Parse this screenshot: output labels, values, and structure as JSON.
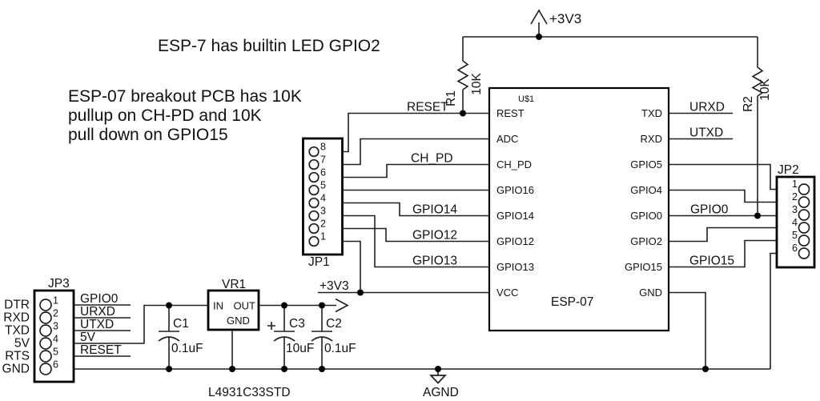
{
  "notes": {
    "line1": "ESP-7 has builtin LED GPIO2",
    "line2": "ESP-07 breakout PCB has 10K",
    "line3": "pullup on CH-PD and 10K",
    "line4": "pull down on GPIO15"
  },
  "power": {
    "v33": "+3V3",
    "agnd": "AGND"
  },
  "nets": {
    "reset": "RESET",
    "ch_pd": "CH_PD",
    "gpio14": "GPIO14",
    "gpio12": "GPIO12",
    "gpio13": "GPIO13",
    "gpio0": "GPIO0",
    "gpio15": "GPIO15",
    "urxd": "URXD",
    "utxd": "UTXD",
    "v5": "5V"
  },
  "components": {
    "u1": {
      "ref": "U$1",
      "value": "ESP-07",
      "left_pins": [
        "REST",
        "ADC",
        "CH_PD",
        "GPIO16",
        "GPIO14",
        "GPIO12",
        "GPIO13",
        "VCC"
      ],
      "right_pins": [
        "TXD",
        "RXD",
        "GPIO5",
        "GPIO4",
        "GPIO0",
        "GPIO2",
        "GPIO15",
        "GND"
      ]
    },
    "r1": {
      "ref": "R1",
      "value": "10K"
    },
    "r2": {
      "ref": "R2",
      "value": "10K"
    },
    "c1": {
      "ref": "C1",
      "value": "0.1uF"
    },
    "c3": {
      "ref": "C3",
      "value": "10uF",
      "polarity": "+"
    },
    "c2": {
      "ref": "C2",
      "value": "0.1uF"
    },
    "vr1": {
      "ref": "VR1",
      "part": "L4931C33STD",
      "pin_in": "IN",
      "pin_out": "OUT",
      "pin_gnd": "GND"
    },
    "jp1": {
      "ref": "JP1",
      "pins": [
        "8",
        "7",
        "6",
        "5",
        "4",
        "3",
        "2",
        "1"
      ]
    },
    "jp2": {
      "ref": "JP2",
      "pins": [
        "1",
        "2",
        "3",
        "4",
        "5",
        "6"
      ]
    },
    "jp3": {
      "ref": "JP3",
      "pins": [
        "1",
        "2",
        "3",
        "4",
        "5",
        "6"
      ],
      "left_labels": [
        "DTR",
        "RXD",
        "TXD",
        "5V",
        "RTS",
        "GND"
      ]
    }
  }
}
